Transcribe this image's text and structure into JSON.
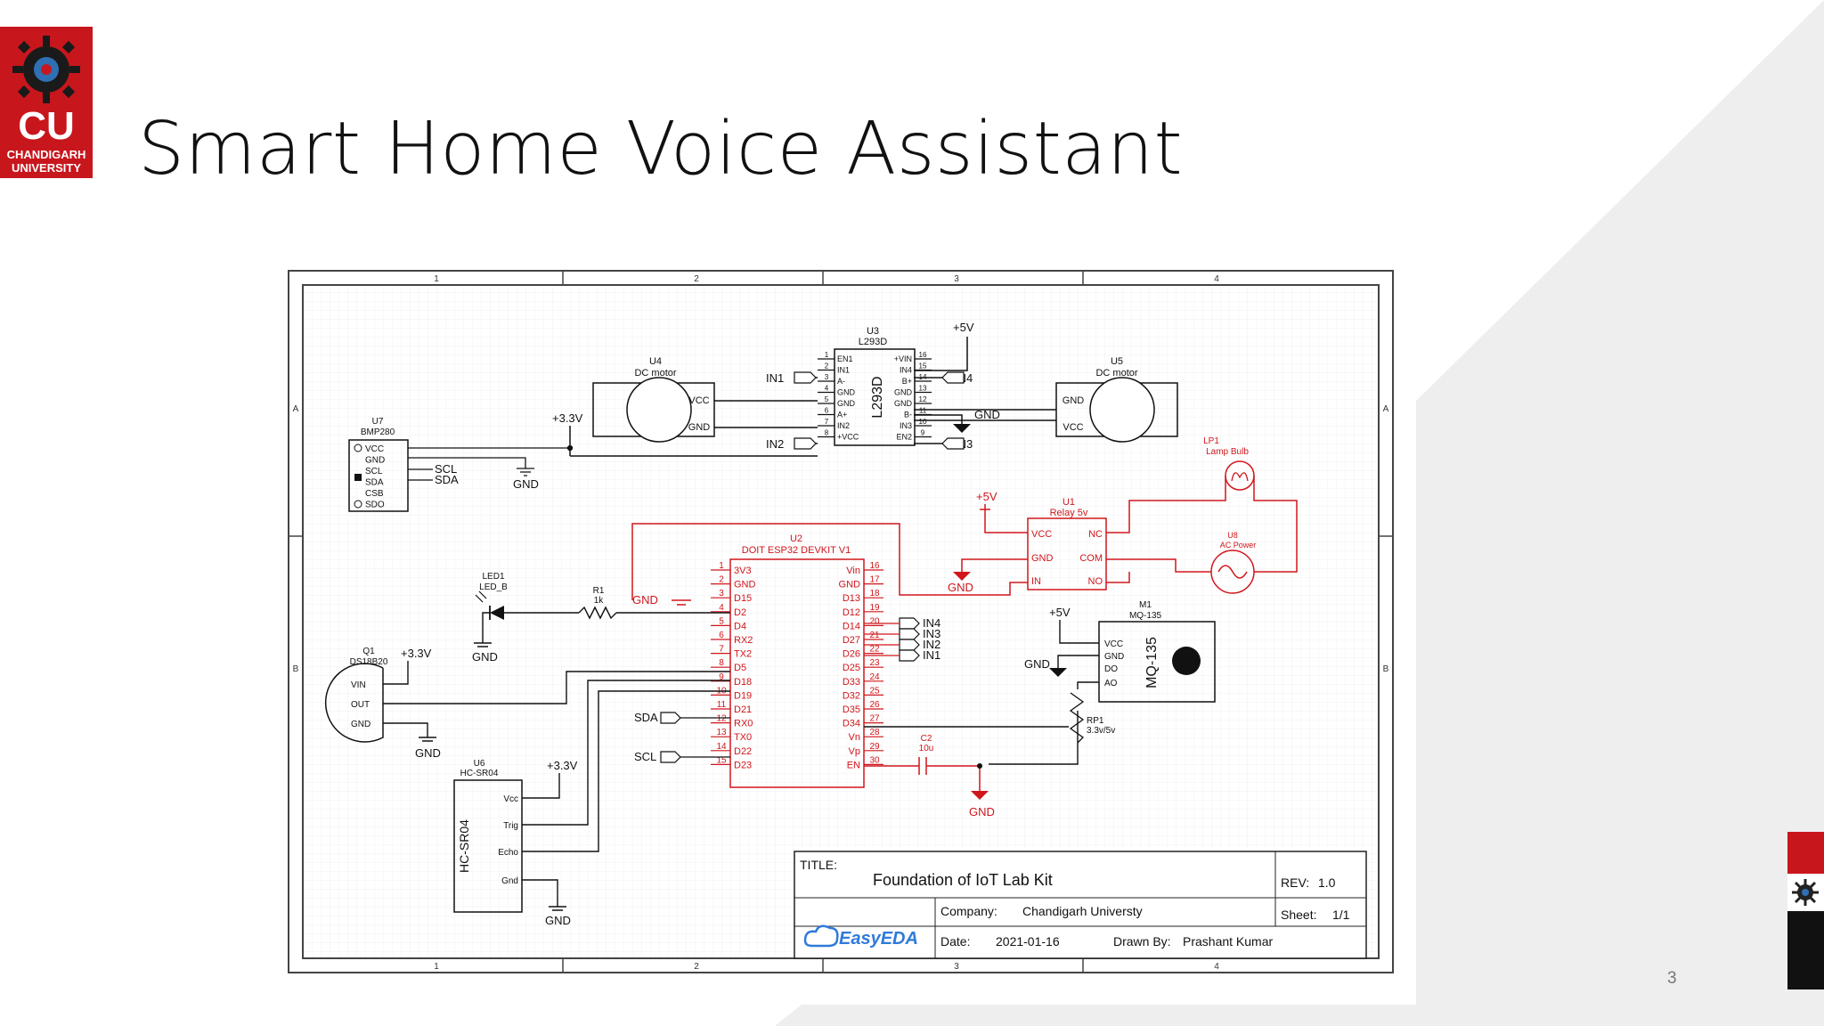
{
  "slide": {
    "title": "Smart Home Voice Assistant",
    "page_number": "3",
    "logo": {
      "abbrev": "CU",
      "line1": "CHANDIGARH",
      "line2": "UNIVERSITY"
    },
    "colors": {
      "brand_red": "#c8161d",
      "schematic_red": "#d0161c",
      "schematic_black": "#111111"
    }
  },
  "schematic": {
    "grid_cols": [
      "1",
      "2",
      "3",
      "4"
    ],
    "grid_rows": [
      "A",
      "B"
    ],
    "u4": {
      "ref": "U4",
      "name": "DC motor",
      "vcc": "VCC",
      "gnd": "GND"
    },
    "u5": {
      "ref": "U5",
      "name": "DC motor",
      "gnd": "GND",
      "vcc": "VCC"
    },
    "u3": {
      "ref": "U3",
      "name": "L293D",
      "body": "L293D",
      "left_pins": [
        "EN1",
        "IN1",
        "A-",
        "GND",
        "GND",
        "A+",
        "IN2",
        "+VCC"
      ],
      "left_nums": [
        "1",
        "2",
        "3",
        "4",
        "5",
        "6",
        "7",
        "8"
      ],
      "right_pins": [
        "+VIN",
        "IN4",
        "B+",
        "GND",
        "GND",
        "B-",
        "IN3",
        "EN2"
      ],
      "right_nums": [
        "16",
        "15",
        "14",
        "13",
        "12",
        "11",
        "10",
        "9"
      ]
    },
    "u7": {
      "ref": "U7",
      "name": "BMP280",
      "pins": [
        "VCC",
        "GND",
        "SCL",
        "SDA",
        "CSB",
        "SDO"
      ]
    },
    "u1": {
      "ref": "U1",
      "name": "Relay 5v",
      "left_pins": [
        "VCC",
        "GND",
        "IN"
      ],
      "right_pins": [
        "NC",
        "COM",
        "NO"
      ]
    },
    "lp1": {
      "ref": "LP1",
      "name": "Lamp Bulb"
    },
    "u8": {
      "ref": "U8",
      "name": "AC Power"
    },
    "u2": {
      "ref": "U2",
      "name": "DOIT ESP32 DEVKIT V1",
      "left_pins": [
        "3V3",
        "GND",
        "D15",
        "D2",
        "D4",
        "RX2",
        "TX2",
        "D5",
        "D18",
        "D19",
        "D21",
        "RX0",
        "TX0",
        "D22",
        "D23"
      ],
      "left_nums": [
        "1",
        "2",
        "3",
        "4",
        "5",
        "6",
        "7",
        "8",
        "9",
        "10",
        "11",
        "12",
        "13",
        "14",
        "15"
      ],
      "right_pins": [
        "Vin",
        "GND",
        "D13",
        "D12",
        "D14",
        "D27",
        "D26",
        "D25",
        "D33",
        "D32",
        "D35",
        "D34",
        "Vn",
        "Vp",
        "EN"
      ],
      "right_nums": [
        "16",
        "17",
        "18",
        "19",
        "20",
        "21",
        "22",
        "23",
        "24",
        "25",
        "26",
        "27",
        "28",
        "29",
        "30"
      ]
    },
    "led1": {
      "ref": "LED1",
      "name": "LED_B"
    },
    "r1": {
      "ref": "R1",
      "value": "1k"
    },
    "q1": {
      "ref": "Q1",
      "name": "DS18B20",
      "pins": [
        "VIN",
        "OUT",
        "GND"
      ]
    },
    "u6": {
      "ref": "U6",
      "name": "HC-SR04",
      "body": "HC-SR04",
      "pins": [
        "Vcc",
        "Trig",
        "Echo",
        "Gnd"
      ]
    },
    "m1": {
      "ref": "M1",
      "name": "MQ-135",
      "body": "MQ-135",
      "pins": [
        "VCC",
        "GND",
        "DO",
        "AO"
      ]
    },
    "rp1": {
      "ref": "RP1",
      "value": "3.3v/5v"
    },
    "c2": {
      "ref": "C2",
      "value": "10u"
    },
    "nets": {
      "gnd": "GND",
      "v33": "+3.3V",
      "v5": "+5V",
      "in1": "IN1",
      "in2": "IN2",
      "in3": "IN3",
      "in4": "IN4",
      "scl": "SCL",
      "sda": "SDA"
    },
    "title_block": {
      "title_label": "TITLE:",
      "title": "Foundation of IoT Lab Kit",
      "rev_label": "REV:",
      "rev": "1.0",
      "company_label": "Company:",
      "company": "Chandigarh Universty",
      "sheet_label": "Sheet:",
      "sheet": "1/1",
      "date_label": "Date:",
      "date": "2021-01-16",
      "drawn_label": "Drawn By:",
      "drawn": "Prashant Kumar",
      "logo_text": "EasyEDA"
    }
  }
}
